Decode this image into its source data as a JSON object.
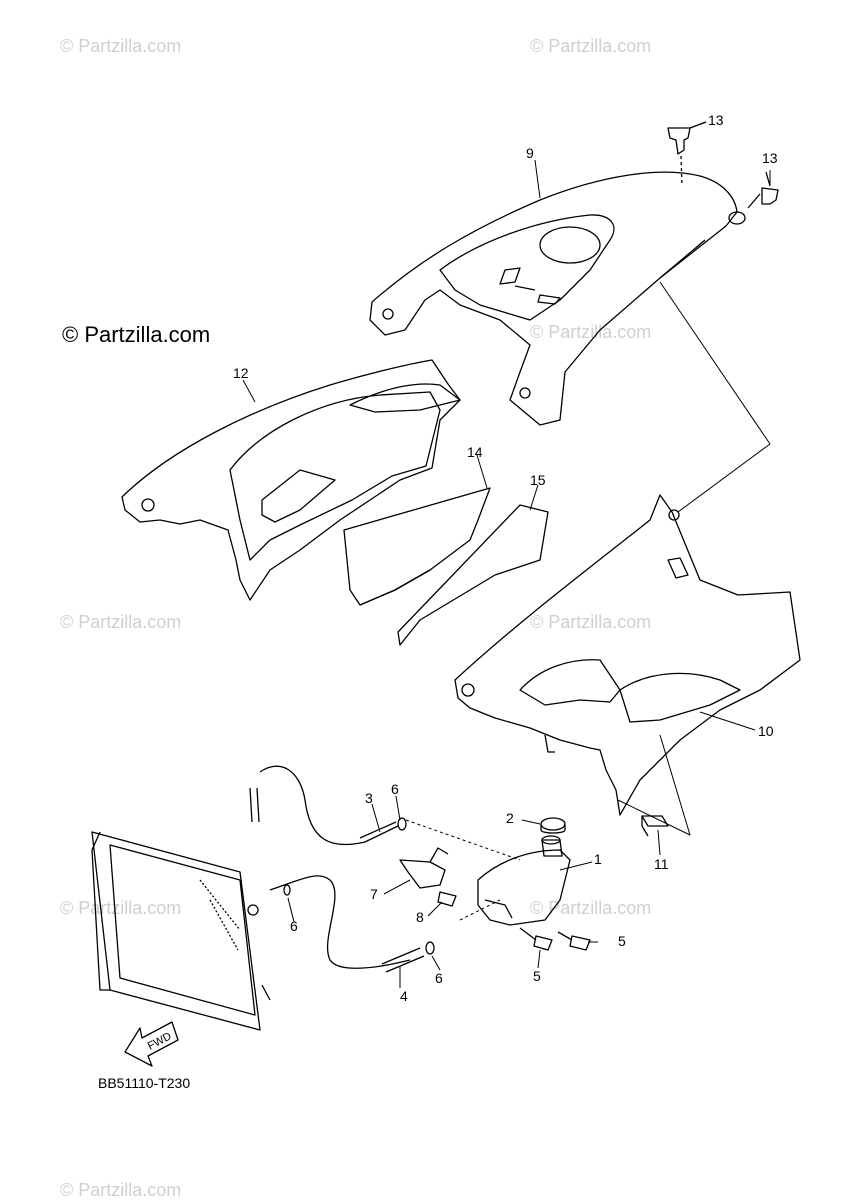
{
  "watermarks": [
    "© Partzilla.com",
    "© Partzilla.com",
    "© Partzilla.com",
    "© Partzilla.com",
    "© Partzilla.com",
    "© Partzilla.com",
    "© Partzilla.com",
    "© Partzilla.com"
  ],
  "brand": "© Partzilla.com",
  "diagram_code": "BB51110-T230",
  "fwd_label": "FWD",
  "callouts": [
    "13",
    "13",
    "9",
    "12",
    "14",
    "15",
    "10",
    "11",
    "3",
    "6",
    "2",
    "1",
    "7",
    "8",
    "6",
    "5",
    "5",
    "4",
    "6"
  ]
}
